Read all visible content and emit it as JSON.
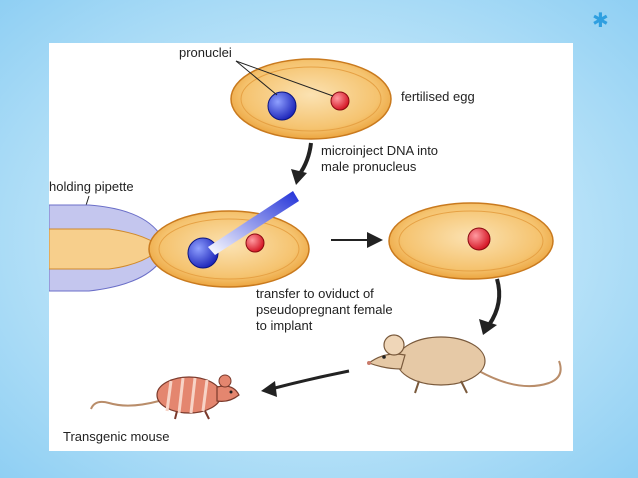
{
  "slide": {
    "bullet_icon": "star-bullet-icon",
    "colors": {
      "background": "#b8e2f8",
      "egg_fill": "#f3b45a",
      "male_pronucleus": "#2233cc",
      "female_pronucleus": "#dd1e2e",
      "pipette": "#c9c9f0"
    }
  },
  "diagram": {
    "labels": {
      "pronuclei": "pronuclei",
      "fertilised_egg": "fertilised egg",
      "microinject_line1": "microinject DNA into",
      "microinject_line2": "male pronucleus",
      "holding_pipette": "holding pipette",
      "transfer_line1": "transfer to oviduct of",
      "transfer_line2": "pseudopregnant female",
      "transfer_line3": "to implant",
      "transgenic_mouse": "Transgenic mouse"
    }
  }
}
